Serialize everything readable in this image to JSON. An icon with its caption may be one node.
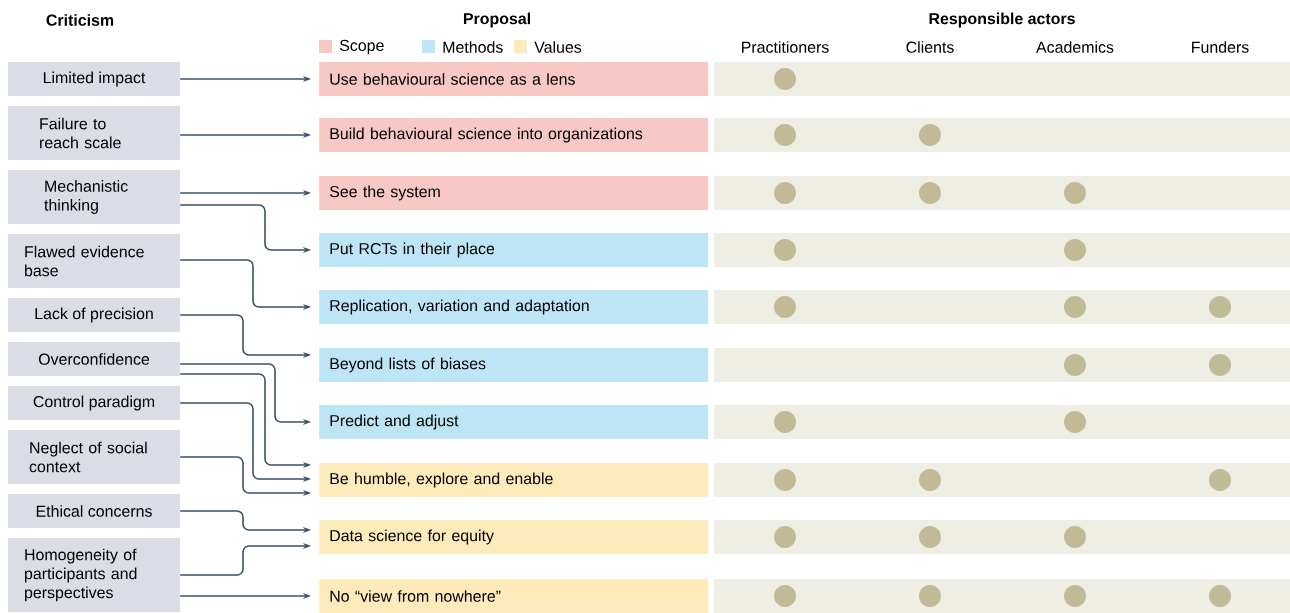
{
  "diagram": {
    "nodes": [
      {
        "text": [
          "Limited impact"
        ]
      },
      {
        "text": [
          "Failure to reach scale"
        ]
      },
      {
        "text": [
          "Mechanistic thinking"
        ]
      },
      {
        "text": [
          "Flawed evidence base"
        ]
      },
      {
        "text": [
          "Lack of precision"
        ]
      },
      {
        "text": [
          "Overconfidence"
        ]
      },
      {
        "text": [
          "Control paradigm"
        ]
      },
      {
        "text": [
          "Neglect of social context"
        ]
      },
      {
        "text": [
          "Ethical concerns"
        ]
      },
      {
        "text": [
          "Homogeneity of participants and perspectives"
        ]
      },
      {
        "text": [
          "Use behavioural science as a lens"
        ]
      },
      {
        "text": [
          "Build behavioural science into organizations"
        ]
      },
      {
        "text": [
          "See the system"
        ]
      },
      {
        "text": [
          "Put RCTs in their place"
        ]
      },
      {
        "text": [
          "Replication, variation and adaptation"
        ]
      },
      {
        "text": [
          "Beyond lists of biases"
        ]
      },
      {
        "text": [
          "Predict and adjust"
        ]
      },
      {
        "text": [
          "Be humble, explore and enable"
        ]
      },
      {
        "text": [
          "Data science for equity"
        ]
      },
      {
        "text": [
          "No “view from nowhere”"
        ]
      },
      {
        "text": [],
        "shape": "bar"
      },
      {
        "text": [],
        "shape": "bar"
      },
      {
        "text": [],
        "shape": "bar"
      },
      {
        "text": [],
        "shape": "bar"
      },
      {
        "text": [],
        "shape": "bar"
      },
      {
        "text": [],
        "shape": "bar"
      },
      {
        "text": [],
        "shape": "bar"
      },
      {
        "text": [],
        "shape": "bar"
      },
      {
        "text": [],
        "shape": "bar"
      },
      {
        "text": [],
        "shape": "bar"
      },
      {
        "text": [],
        "shape": "circle",
        "in": 20
      },
      {
        "text": [],
        "shape": "circle",
        "in": 21
      },
      {
        "text": [],
        "shape": "circle",
        "in": 21
      },
      {
        "text": [],
        "shape": "circle",
        "in": 22
      },
      {
        "text": [],
        "shape": "circle",
        "in": 22
      },
      {
        "text": [],
        "shape": "circle",
        "in": 22
      },
      {
        "text": [],
        "shape": "circle",
        "in": 23
      },
      {
        "text": [],
        "shape": "circle",
        "in": 23
      },
      {
        "text": [],
        "shape": "circle",
        "in": 24
      },
      {
        "text": [],
        "shape": "circle",
        "in": 24
      },
      {
        "text": [],
        "shape": "circle",
        "in": 24
      },
      {
        "text": [],
        "shape": "circle",
        "in": 25
      },
      {
        "text": [],
        "shape": "circle",
        "in": 25
      },
      {
        "text": [],
        "shape": "circle",
        "in": 26
      },
      {
        "text": [],
        "shape": "circle",
        "in": 26
      },
      {
        "text": [],
        "shape": "circle",
        "in": 27
      },
      {
        "text": [],
        "shape": "circle",
        "in": 27
      },
      {
        "text": [],
        "shape": "circle",
        "in": 27
      },
      {
        "text": [],
        "shape": "circle",
        "in": 28
      },
      {
        "text": [],
        "shape": "circle",
        "in": 28
      },
      {
        "text": [],
        "shape": "circle",
        "in": 28
      },
      {
        "text": [],
        "shape": "circle",
        "in": 29
      },
      {
        "text": [],
        "shape": "circle",
        "in": 29
      },
      {
        "text": [],
        "shape": "circle",
        "in": 29
      },
      {
        "text": [],
        "shape": "circle",
        "in": 29
      }
    ],
    "edges": [
      {
        "from": 0,
        "to": 10,
        "arrow": "to"
      },
      {
        "from": 1,
        "to": 11,
        "arrow": "to"
      },
      {
        "from": 2,
        "to": 12,
        "arrow": "to"
      },
      {
        "from": 2,
        "to": 13,
        "arrow": "to"
      },
      {
        "from": 3,
        "to": 14,
        "arrow": "to"
      },
      {
        "from": 4,
        "to": 15,
        "arrow": "to"
      },
      {
        "from": 5,
        "to": 16,
        "arrow": "to"
      },
      {
        "from": 5,
        "to": 17,
        "arrow": "to"
      },
      {
        "from": 6,
        "to": 17,
        "arrow": "to"
      },
      {
        "from": 7,
        "to": 17,
        "arrow": "to"
      },
      {
        "from": 8,
        "to": 18,
        "arrow": "to"
      },
      {
        "from": 9,
        "to": 18,
        "arrow": "to"
      },
      {
        "from": 9,
        "to": 19,
        "arrow": "to"
      }
    ],
    "labels": [
      "Criticism",
      "Proposal",
      "Responsible actors",
      "Practitioners",
      "Clients",
      "Academics",
      "Funders"
    ],
    "legend": [
      {
        "text": "Scope",
        "color": "#f8c8c4"
      },
      {
        "text": "Methods",
        "color": "#bde5f6"
      },
      {
        "text": "Values",
        "color": "#fdebbb"
      }
    ]
  }
}
